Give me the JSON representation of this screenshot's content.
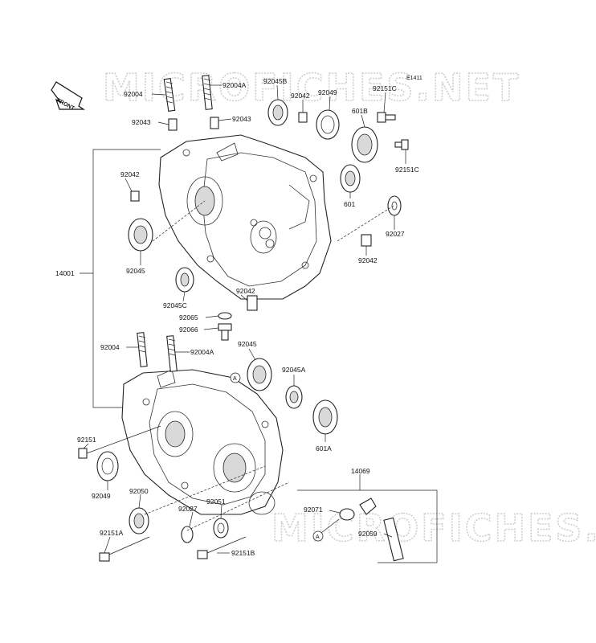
{
  "diagram": {
    "code": "E1411",
    "front_label": "FRONT",
    "watermark": "MICROFICHES.NET",
    "callout_a": "A",
    "labels": {
      "p92004_top": "92004",
      "p92004A_top": "92004A",
      "p92045B": "92045B",
      "p92042_top": "92042",
      "p92049_top": "92049",
      "p92151C_top": "92151C",
      "p92043_left": "92043",
      "p92043_right": "92043",
      "p601B": "601B",
      "p92151C_right": "92151C",
      "p92042_left": "92042",
      "p601": "601",
      "p92027_right": "92027",
      "p92045_left": "92045",
      "p14001": "14001",
      "p92042_mid": "92042",
      "p92045C": "92045C",
      "p92042_lower": "92042",
      "p92065": "92065",
      "p92066": "92066",
      "p92004_bot": "92004",
      "p92004A_bot": "92004A",
      "p92045_bot": "92045",
      "p92045A": "92045A",
      "p601A": "601A",
      "p92151": "92151",
      "p14069": "14069",
      "p92049_bot": "92049",
      "p92050": "92050",
      "p92027_bot": "92027",
      "p92051": "92051",
      "p92071": "92071",
      "p92059": "92059",
      "p92151A": "92151A",
      "p92151B": "92151B"
    }
  }
}
